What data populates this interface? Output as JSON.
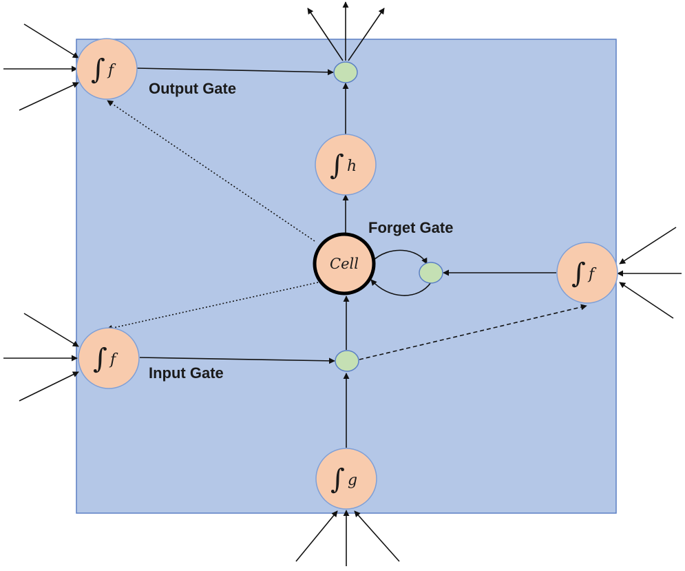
{
  "labels": {
    "output_gate": "Output Gate",
    "input_gate": "Input Gate",
    "forget_gate": "Forget Gate"
  },
  "nodes": {
    "output_gate_unit": {
      "symbol": "∫",
      "func": "f"
    },
    "input_gate_unit": {
      "symbol": "∫",
      "func": "f"
    },
    "forget_gate_unit": {
      "symbol": "∫",
      "func": "f"
    },
    "output_squash": {
      "symbol": "∫",
      "func": "h"
    },
    "input_squash": {
      "symbol": "∫",
      "func": "g"
    },
    "cell": {
      "text": "Cell"
    }
  },
  "colors": {
    "block_fill": "#b4c7e7",
    "block_stroke": "#5b7fc4",
    "unit_fill": "#f8cbad",
    "unit_stroke": "#7f9fd6",
    "multiplier_fill": "#c5e0b4",
    "multiplier_stroke": "#5b7fc4",
    "line": "#111111"
  }
}
